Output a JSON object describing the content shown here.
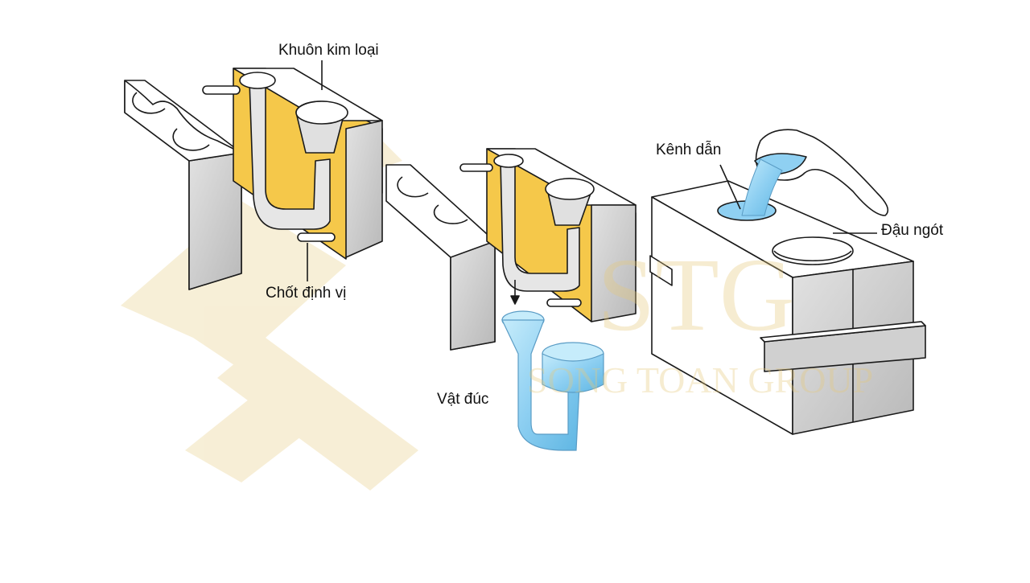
{
  "labels": {
    "metal_mold": "Khuôn kim loại",
    "locating_pin": "Chốt định vị",
    "runner_channel": "Kênh dẫn",
    "riser": "Đậu ngót",
    "casting": "Vật đúc"
  },
  "watermark": {
    "initials": "STG",
    "company": "SONG TOAN GROUP"
  },
  "colors": {
    "mold_gray": "#c9c9c9",
    "mold_face": "#ffffff",
    "cavity_yellow": "#f5c84a",
    "molten_metal": "#8fd0f2",
    "outline": "#1a1a1a",
    "watermark": "#ecd9a3"
  }
}
